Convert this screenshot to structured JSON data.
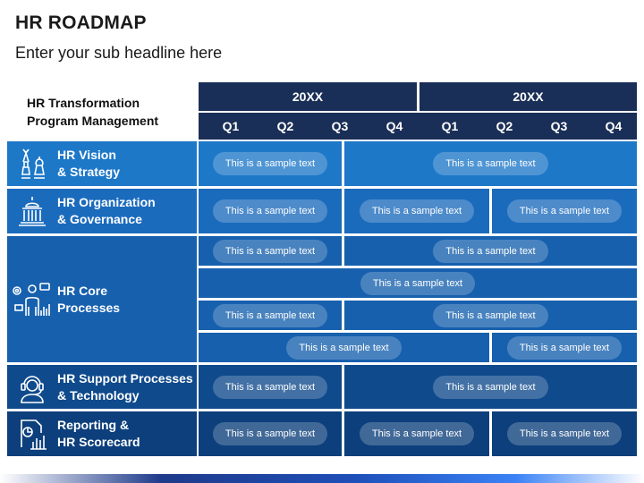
{
  "header": {
    "title": "HR ROADMAP",
    "subtitle": "Enter your sub headline here"
  },
  "table": {
    "corner_label": "HR Transformation\nProgram Management",
    "years": [
      "20XX",
      "20XX"
    ],
    "quarters": [
      "Q1",
      "Q2",
      "Q3",
      "Q4",
      "Q1",
      "Q2",
      "Q3",
      "Q4"
    ],
    "rows": [
      {
        "label": "HR Vision\n& Strategy",
        "icon": "chess-pieces-icon",
        "color": "#1e78c8"
      },
      {
        "label": "HR Organization\n& Governance",
        "icon": "government-building-icon",
        "color": "#1b6bbd"
      },
      {
        "label": "HR Core\nProcesses",
        "icon": "person-with-charts-icon",
        "color": "#1760ae"
      },
      {
        "label": "HR Support Processes\n& Technology",
        "icon": "support-agent-headset-icon",
        "color": "#0f4a8c"
      },
      {
        "label": "Reporting &\nHR Scorecard",
        "icon": "report-document-chart-icon",
        "color": "#0c3f7c"
      }
    ],
    "cells": [
      "This is a sample text",
      "This is a sample text",
      "This is a sample text",
      "This is a sample text",
      "This is a sample text",
      "This is a sample text",
      "This is a sample text",
      "This is a sample text",
      "This is a sample text",
      "This is a sample text",
      "This is a sample text",
      "This is a sample text",
      "This is a sample text",
      "This is a sample text",
      "This is a sample text",
      "This is a sample text",
      "This is a sample text"
    ]
  },
  "colors": {
    "header_navy": "#1a2f57",
    "row1": "#1e78c8",
    "row2": "#1b6bbd",
    "row3": "#1760ae",
    "row4": "#0f4a8c",
    "row5": "#0c3f7c"
  }
}
